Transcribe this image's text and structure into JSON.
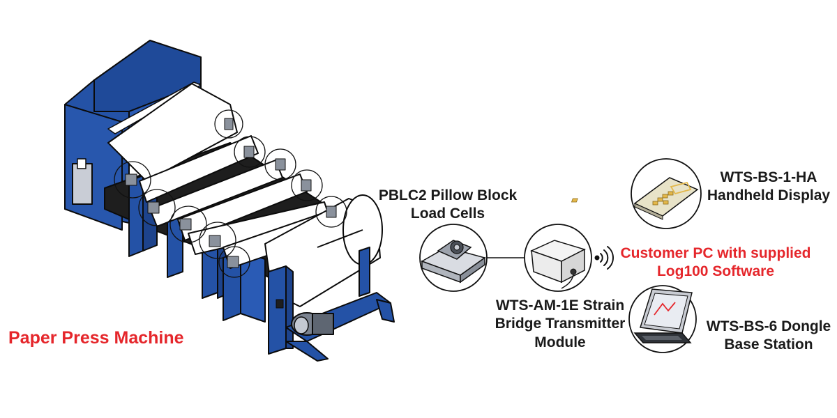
{
  "labels": {
    "machine": "Paper Press Machine",
    "pblc_line1": "PBLC2 Pillow Block",
    "pblc_line2": "Load Cells",
    "wts_am_line1": "WTS-AM-1E Strain",
    "wts_am_line2": "Bridge Transmitter",
    "wts_am_line3": "Module",
    "handheld_line1": "WTS-BS-1-HA",
    "handheld_line2": "Handheld Display",
    "pc_line1": "Customer PC with supplied",
    "pc_line2": "Log100 Software",
    "dongle_line1": "WTS-BS-6 Dongle",
    "dongle_line2": "Base Station"
  },
  "icons": {
    "machine": "paper-press-machine-illustration",
    "load_cell": "pillow-block-load-cell",
    "transmitter": "strain-bridge-transmitter-module",
    "wireless": "wireless-signal",
    "handheld": "handheld-display",
    "dongle": "laptop-with-dongle"
  },
  "colors": {
    "machine_blue": "#2452a6",
    "machine_dark": "#1e1e1e",
    "accent_red": "#e5262b",
    "text": "#1a1a1a",
    "handheld_screen": "#e8e3c8",
    "handheld_keys": "#e4b84a"
  }
}
